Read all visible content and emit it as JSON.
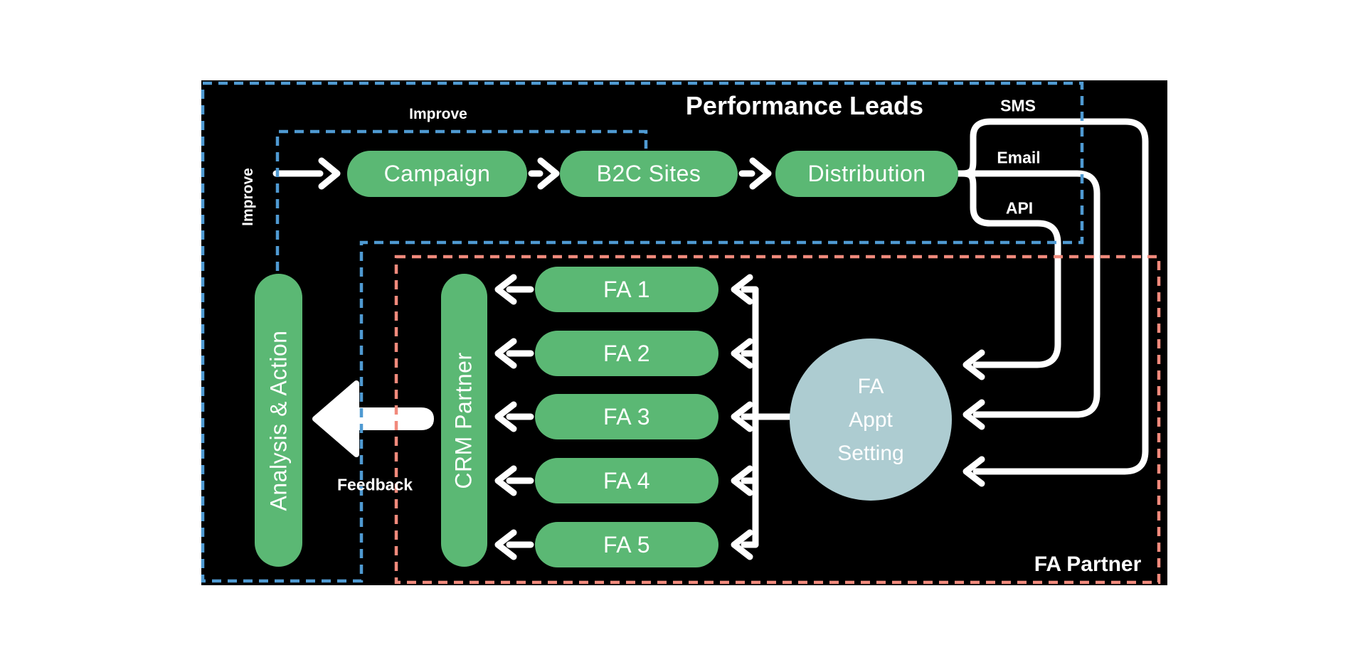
{
  "title": "Performance Leads",
  "colors": {
    "diagram_background": "#000000",
    "page_background": "#ffffff",
    "node_green": "#5bb874",
    "circle_blue_gray": "#adccd1",
    "dashed_blue": "#4f9ad2",
    "dashed_red": "#f18a7c",
    "lines_and_text": "#ffffff"
  },
  "flow_nodes": {
    "campaign": "Campaign",
    "b2c_sites": "B2C Sites",
    "distribution": "Distribution"
  },
  "channels": {
    "sms": "SMS",
    "email": "Email",
    "api": "API"
  },
  "labels": {
    "improve_top": "Improve",
    "improve_left": "Improve",
    "feedback": "Feedback",
    "fa_partner_zone": "FA Partner"
  },
  "left_column": {
    "analysis_action": "Analysis & Action"
  },
  "crm_partner": "CRM Partner",
  "fa_list": [
    "FA 1",
    "FA 2",
    "FA 3",
    "FA 4",
    "FA 5"
  ],
  "appt_circle": {
    "line1": "FA",
    "line2": "Appt",
    "line3": "Setting"
  }
}
